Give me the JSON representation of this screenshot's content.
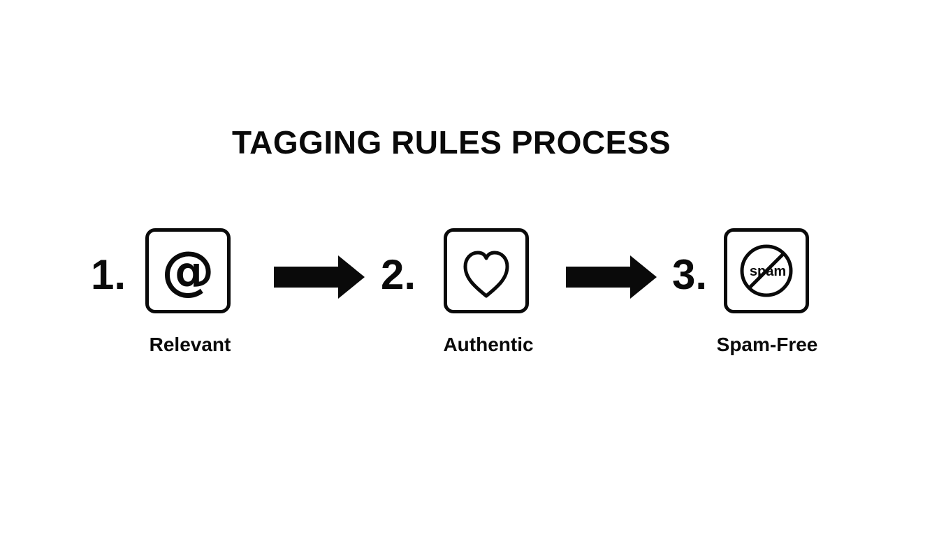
{
  "diagram": {
    "title": "TAGGING RULES PROCESS",
    "steps": [
      {
        "number": "1.",
        "icon": "at-sign-icon",
        "label": "Relevant"
      },
      {
        "number": "2.",
        "icon": "heart-icon",
        "label": "Authentic"
      },
      {
        "number": "3.",
        "icon": "no-spam-icon",
        "icon_text": "spam",
        "label": "Spam-Free"
      }
    ],
    "connectors": [
      "arrow-right-icon",
      "arrow-right-icon"
    ],
    "colors": {
      "ink": "#0a0a0a",
      "background": "#ffffff"
    }
  }
}
